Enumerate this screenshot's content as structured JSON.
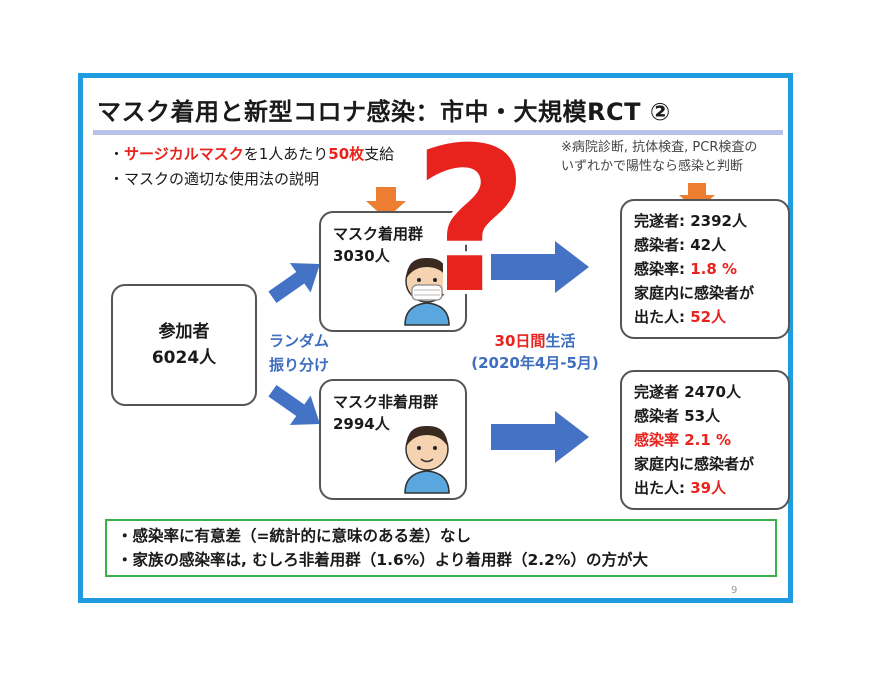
{
  "title": "マスク着用と新型コロナ感染：市中・大規模RCT ②",
  "bullets": [
    {
      "prefix": "・",
      "highlight1": "サージカルマスク",
      "mid": "を1人あたり",
      "highlight2": "50枚",
      "suffix": "支給"
    },
    {
      "text": "・マスクの適切な使用法の説明"
    }
  ],
  "note": [
    "※病院診断, 抗体検査, PCR検査の",
    "いずれかで陽性なら感染と判断"
  ],
  "participants": {
    "label": "参加者",
    "count": "6024人"
  },
  "randomization": [
    "ランダム",
    "振り分け"
  ],
  "period": {
    "days": "30日間",
    "suffix": "生活",
    "range": "(2020年4月-5月)"
  },
  "groups": [
    {
      "name": "マスク着用群",
      "count": "3030人"
    },
    {
      "name": "マスク非着用群",
      "count": "2994人"
    }
  ],
  "results": [
    {
      "completed": "完遂者: 2392人",
      "infected": "感染者: 42人",
      "rate_label": "感染率: ",
      "rate_value": "1.8 %",
      "family_line1": "家庭内に感染者が",
      "family_label": "出た人: ",
      "family_value": "52人"
    },
    {
      "completed": "完遂者 2470人",
      "infected": "感染者 53人",
      "rate_label": "感染率 ",
      "rate_value": "2.1 %",
      "family_line1": "家庭内に感染者が",
      "family_label": "出た人: ",
      "family_value": "39人"
    }
  ],
  "conclusions": [
    "・感染率に有意差（=統計的に意味のある差）なし",
    "・家族の感染率は, むしろ非着用群（1.6%）より着用群（2.2%）の方が大"
  ],
  "overlay_mark": "?",
  "page_number": "9",
  "colors": {
    "frame": "#1f9be0",
    "accent_red": "#e8231d",
    "arrow_blue": "#4472c4",
    "arrow_orange": "#ed7d31",
    "conclusion_border": "#3cb14a"
  }
}
